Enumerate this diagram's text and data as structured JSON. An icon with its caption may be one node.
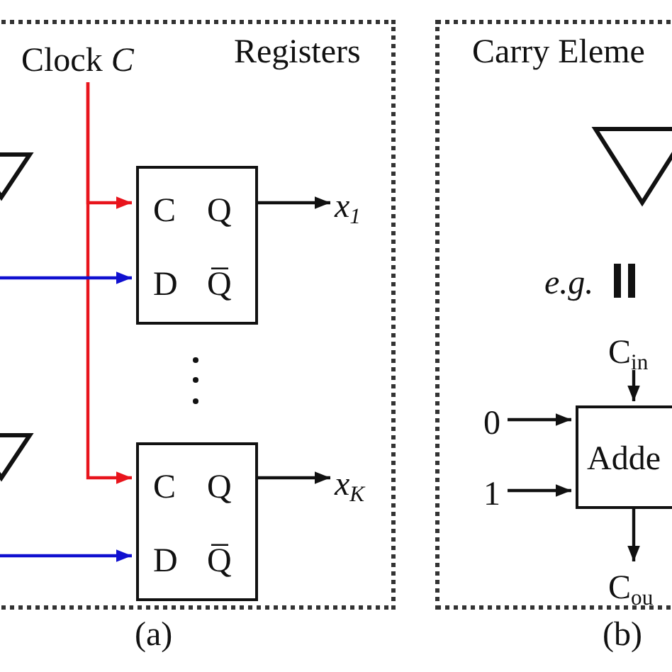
{
  "diagram": {
    "nodes": [
      {
        "text": [
          "Registers"
        ],
        "beside": [
          "(a)"
        ]
      },
      {
        "text": [
          "Clock *C*"
        ],
        "in": 0
      },
      {
        "text": [],
        "shape": "triangle",
        "in": 0
      },
      {
        "text": [
          "C",
          "Q",
          "D",
          "Q̅"
        ],
        "in": 0
      },
      {
        "text": [
          "x$_{1}$"
        ],
        "in": 0
      },
      {
        "text": [],
        "shape": "triangle",
        "in": 0
      },
      {
        "text": [
          "C",
          "Q",
          "D",
          "Q̅"
        ],
        "in": 0
      },
      {
        "text": [
          "x$_{K}$"
        ],
        "in": 0
      },
      {
        "text": [
          "Carry Eleme"
        ],
        "beside": [
          "(b)"
        ]
      },
      {
        "text": [],
        "shape": "triangle",
        "in": 8
      },
      {
        "text": [
          "C$_{in}$"
        ],
        "in": 8
      },
      {
        "text": [
          "0"
        ],
        "in": 8
      },
      {
        "text": [
          "1"
        ],
        "in": 8
      },
      {
        "text": [
          "Adde"
        ],
        "in": 8
      },
      {
        "text": [
          "C$_{ou}$"
        ],
        "in": 8
      }
    ],
    "edges": [
      {
        "from": 1,
        "to": 3,
        "arrow": "to",
        "color": "#e8141c"
      },
      {
        "from": 1,
        "to": 6,
        "arrow": "to",
        "color": "#e8141c"
      },
      {
        "from": null,
        "to": 3,
        "arrow": "to",
        "color": "#1010d0"
      },
      {
        "from": null,
        "to": 6,
        "arrow": "to",
        "color": "#1010d0"
      },
      {
        "from": 3,
        "to": 4,
        "arrow": "to"
      },
      {
        "from": 6,
        "to": 7,
        "arrow": "to"
      },
      {
        "from": 10,
        "to": 13,
        "arrow": "to"
      },
      {
        "from": 11,
        "to": 13,
        "arrow": "to"
      },
      {
        "from": 12,
        "to": 13,
        "arrow": "to"
      },
      {
        "from": 13,
        "to": 14,
        "arrow": "to"
      }
    ],
    "labels": [
      "e.g."
    ]
  }
}
